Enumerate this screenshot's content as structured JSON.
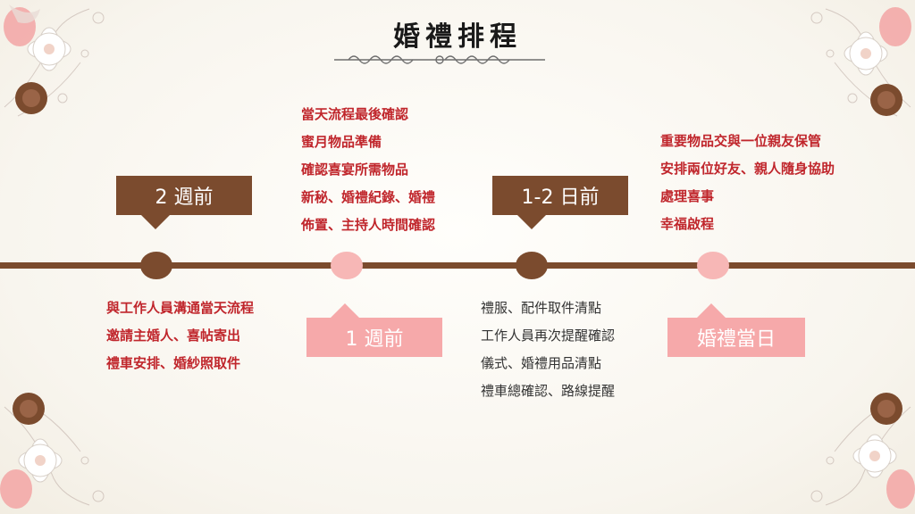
{
  "title": "婚禮排程",
  "colors": {
    "brown": "#7b4b2e",
    "pink": "#f6a9aa",
    "red_text": "#c0262c",
    "dark_text": "#333333"
  },
  "milestones": [
    {
      "label": "2 週前",
      "node_color": "brown",
      "tasks": [
        "與工作人員溝通當天流程",
        "邀請主婚人、喜帖寄出",
        "禮車安排、婚紗照取件"
      ]
    },
    {
      "label": "1 週前",
      "node_color": "pink",
      "tasks": [
        "當天流程最後確認",
        "蜜月物品準備",
        "確認喜宴所需物品",
        "新秘、婚禮紀錄、婚禮",
        "佈置、主持人時間確認"
      ]
    },
    {
      "label": "1-2 日前",
      "node_color": "brown",
      "tasks": [
        "禮服、配件取件清點",
        "工作人員再次提醒確認",
        "儀式、婚禮用品清點",
        "禮車總確認、路線提醒"
      ]
    },
    {
      "label": "婚禮當日",
      "node_color": "pink",
      "tasks": [
        "重要物品交與一位親友保管",
        "安排兩位好友、親人隨身協助",
        "處理喜事",
        "幸福啟程"
      ]
    }
  ],
  "decorations": [
    "floral-corner-icon",
    "flourish-divider-icon"
  ]
}
